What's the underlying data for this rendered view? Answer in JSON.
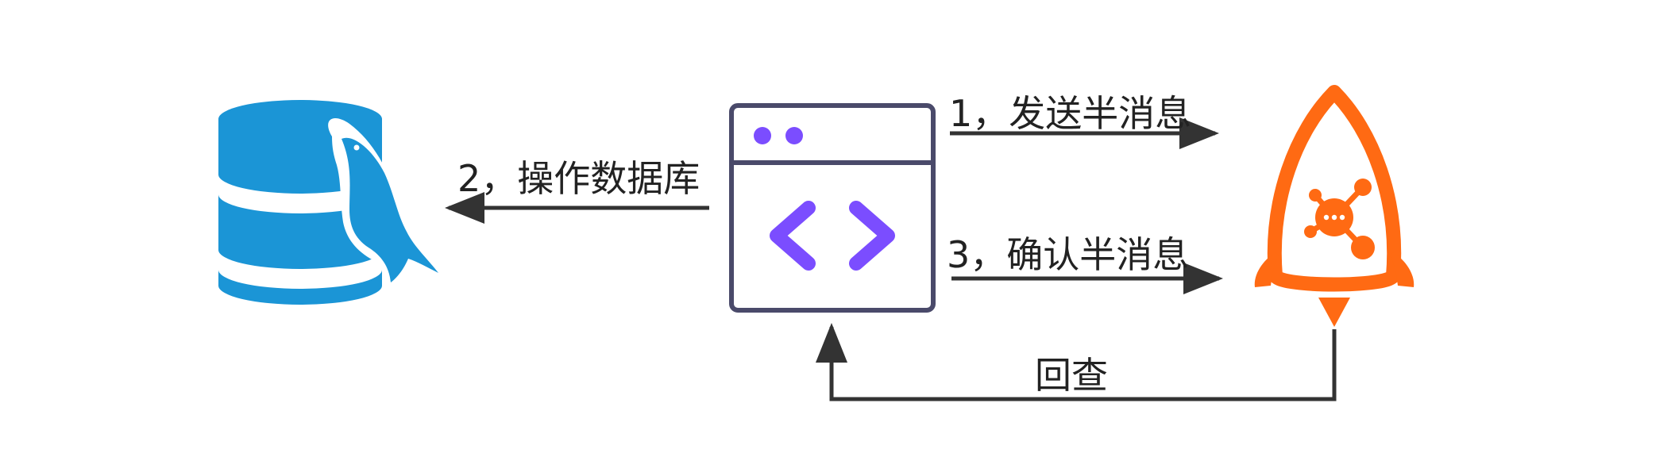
{
  "nodes": {
    "database": {
      "icon": "mysql-database-icon"
    },
    "application": {
      "icon": "code-window-icon",
      "accent_color": "#7b4dff",
      "frame_color": "#4a4a6a"
    },
    "message_queue": {
      "icon": "rocketmq-rocket-icon",
      "color": "#ff6a13"
    }
  },
  "colors": {
    "database": "#1b95d6",
    "arrow": "#333333"
  },
  "edges": [
    {
      "id": "send-half-message",
      "label": "1，发送半消息"
    },
    {
      "id": "operate-database",
      "label": "2，操作数据库"
    },
    {
      "id": "confirm-half-message",
      "label": "3，确认半消息"
    },
    {
      "id": "check-back",
      "label": "回查"
    }
  ]
}
